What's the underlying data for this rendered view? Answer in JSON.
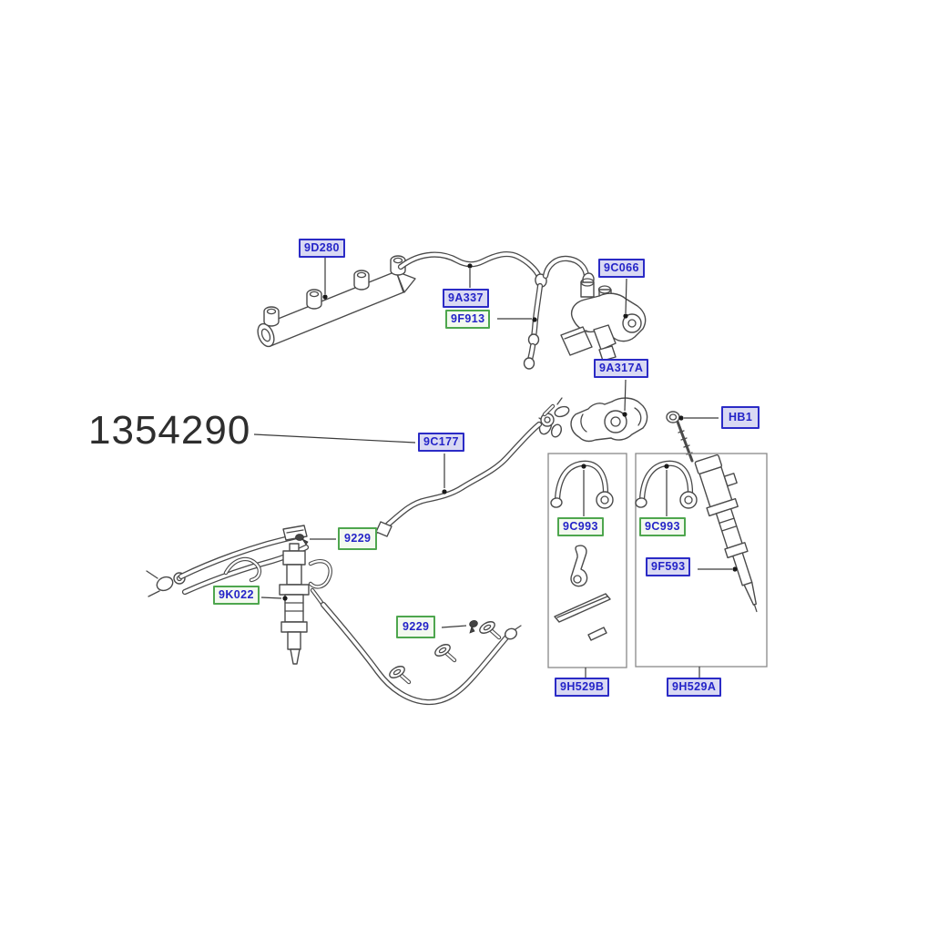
{
  "diagram": {
    "part_number": "1354290",
    "labels": [
      {
        "code": "9D280",
        "style": "blue"
      },
      {
        "code": "9A337",
        "style": "blue"
      },
      {
        "code": "9F913",
        "style": "green"
      },
      {
        "code": "9C066",
        "style": "blue"
      },
      {
        "code": "9A317A",
        "style": "blue"
      },
      {
        "code": "HB1",
        "style": "blue"
      },
      {
        "code": "9C177",
        "style": "blue"
      },
      {
        "code": "9229",
        "style": "green"
      },
      {
        "code": "9K022",
        "style": "green"
      },
      {
        "code": "9229",
        "style": "green"
      },
      {
        "code": "9C993",
        "style": "green"
      },
      {
        "code": "9C993",
        "style": "green"
      },
      {
        "code": "9F593",
        "style": "blue"
      },
      {
        "code": "9H529B",
        "style": "blue"
      },
      {
        "code": "9H529A",
        "style": "blue"
      }
    ],
    "colors": {
      "label_text": "#2424c8",
      "blue_box_border": "#2b2bc6",
      "blue_box_fill": "#d9d9f3",
      "green_box_border": "#4ea64e",
      "green_box_fill": "#f3f9ef",
      "line_art": "#4a4a4a",
      "background": "#ffffff"
    }
  }
}
